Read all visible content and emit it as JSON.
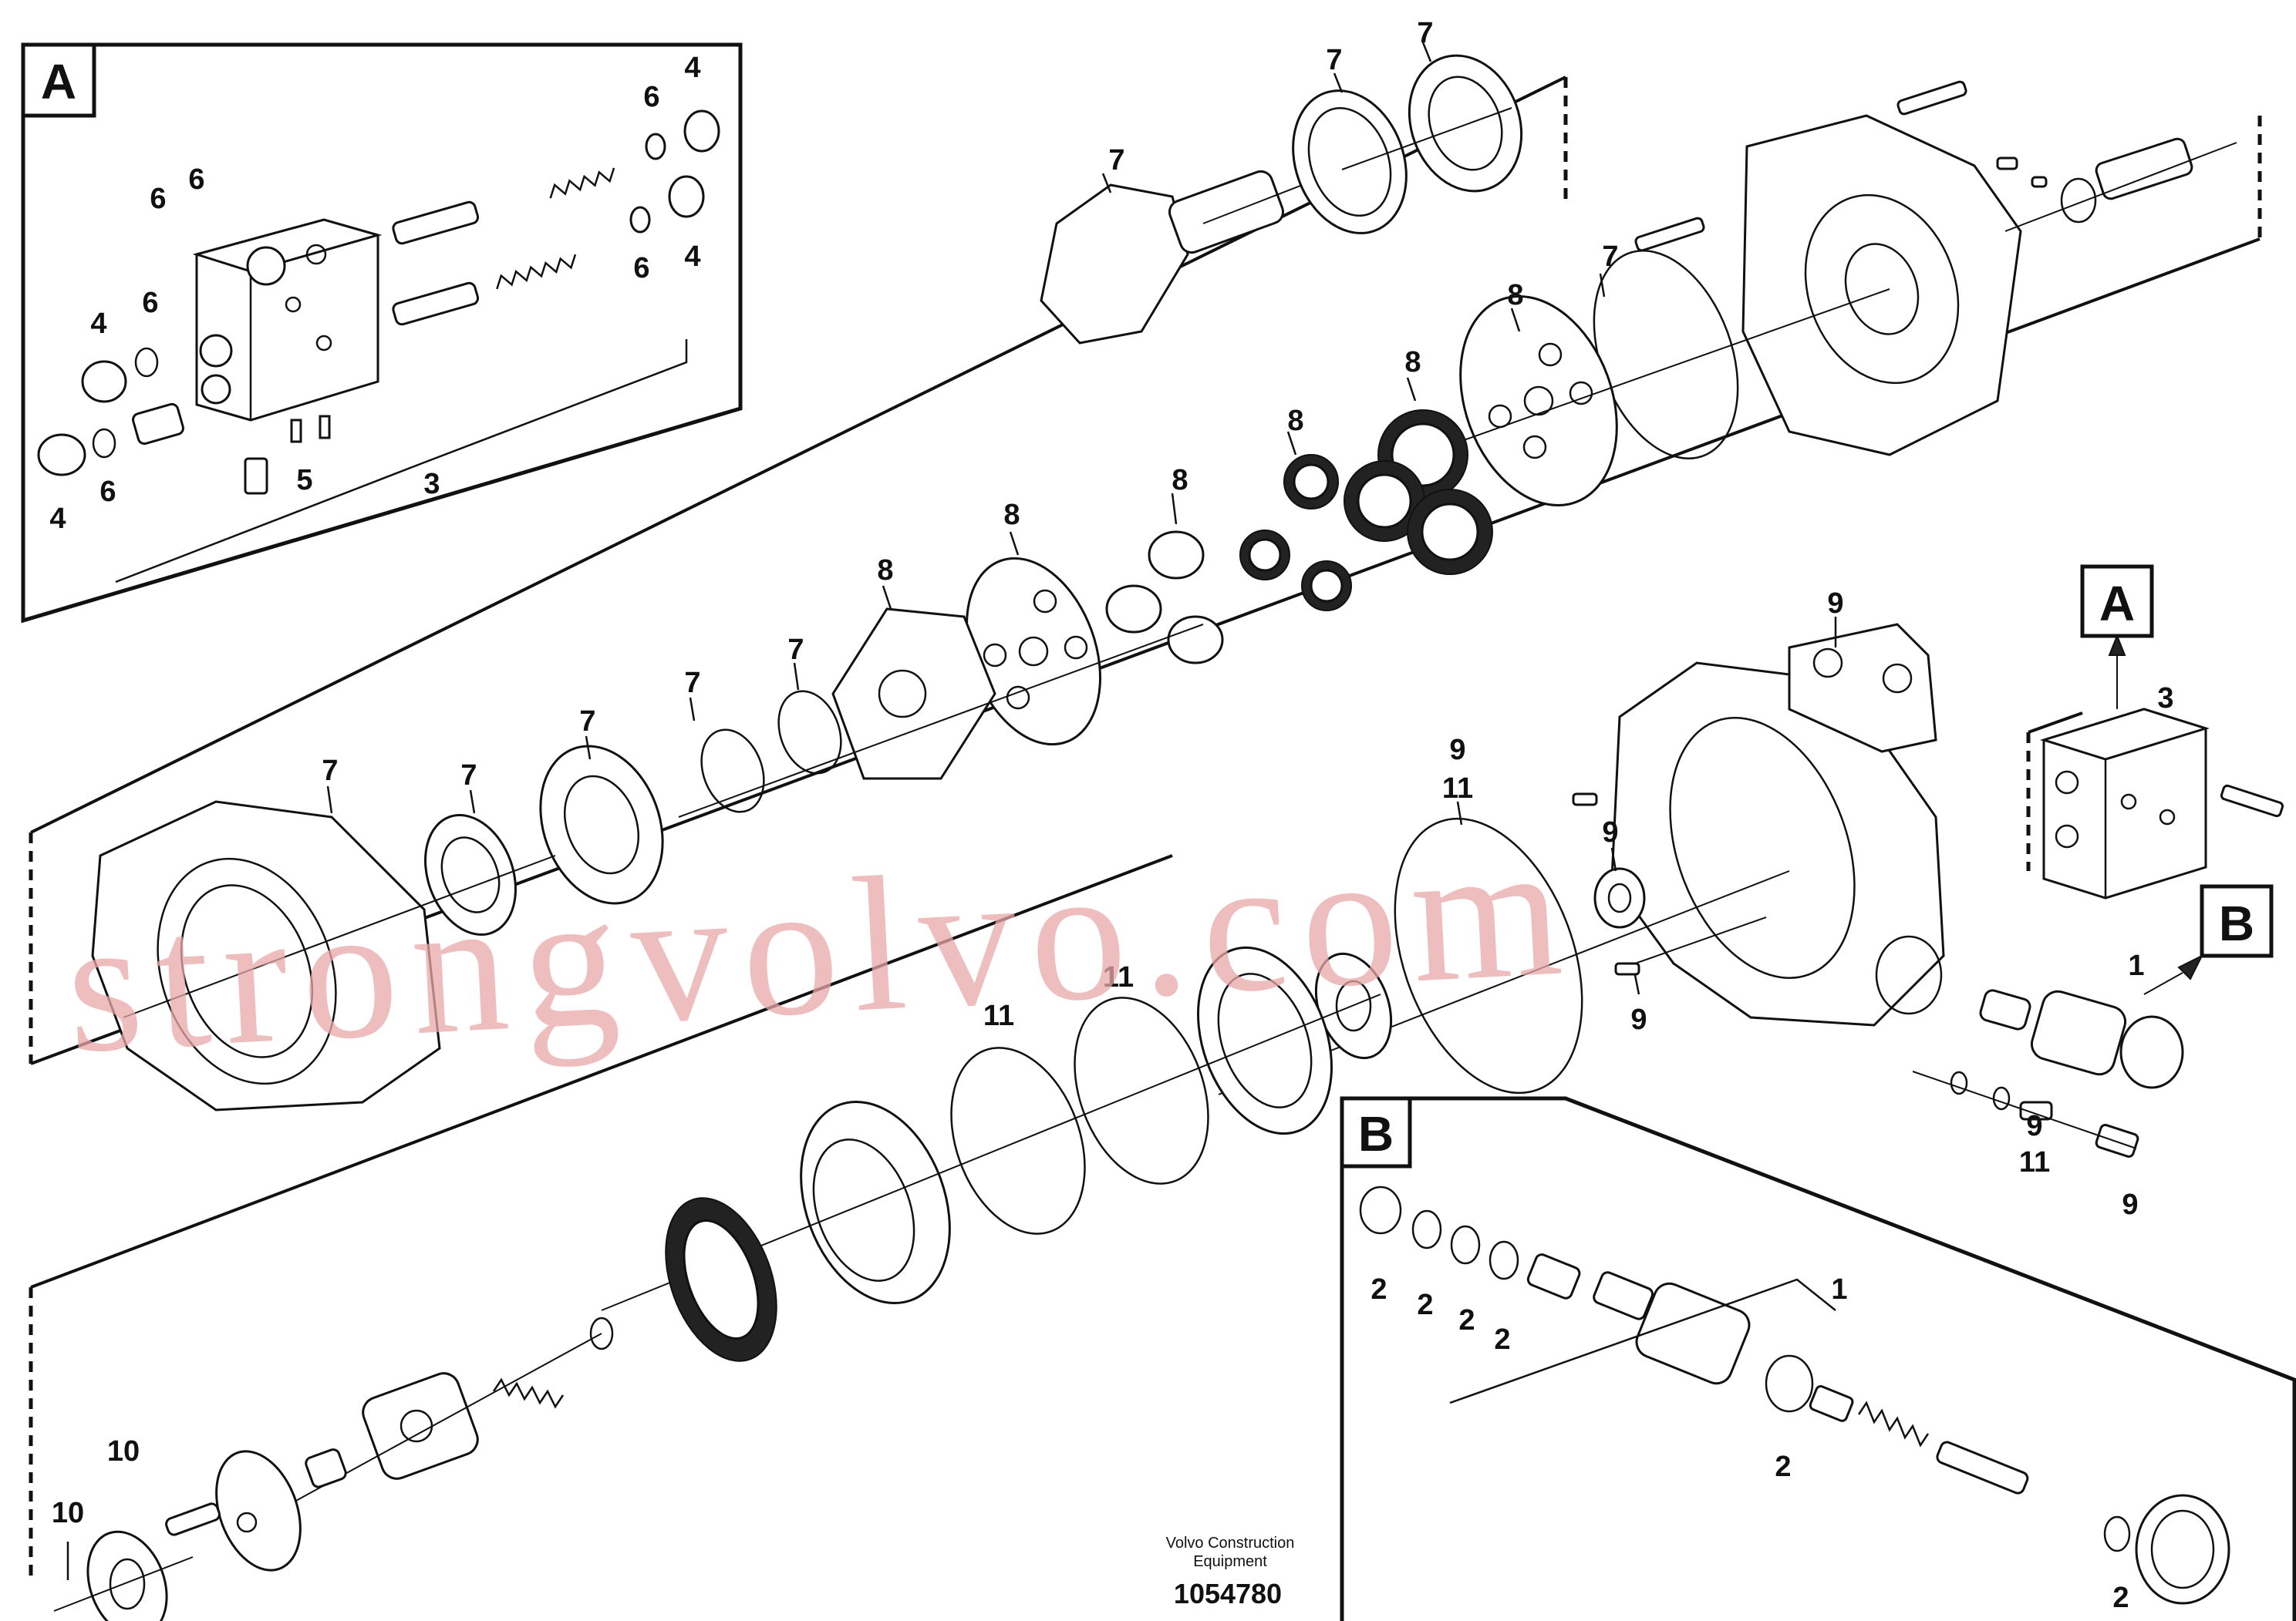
{
  "boxes": {
    "A": {
      "letter": "A"
    },
    "B": {
      "letter": "B"
    },
    "ref_A": {
      "letter": "A"
    },
    "ref_B": {
      "letter": "B"
    }
  },
  "callouts": {
    "a_4_top": "4",
    "a_6_top": "6",
    "a_6_l1": "6",
    "a_6_l2": "6",
    "a_6_mid": "6",
    "a_4_mid": "4",
    "a_4_left": "4",
    "a_6_left": "6",
    "a_4_bot": "4",
    "a_6_bot": "6",
    "a_5": "5",
    "a_3": "3",
    "m_7_a": "7",
    "m_7_b": "7",
    "m_7_gear": "7",
    "m_7_ring": "7",
    "m_8_plate": "8",
    "m_8_gear": "8",
    "m_8_small": "8",
    "m_8_bush": "8",
    "m_8_disc": "8",
    "m_8_cam": "8",
    "m_7_c": "7",
    "m_7_d": "7",
    "m_7_e": "7",
    "m_7_f": "7",
    "m_7_g": "7",
    "m_9_top": "9",
    "m_9_oring": "9",
    "m_11_oring": "11",
    "m_9_seal": "9",
    "m_9_pin": "9",
    "m_11_a": "11",
    "m_11_b": "11",
    "m_3_ref": "3",
    "m_1_ref": "1",
    "m_9_r1": "9",
    "m_11_r1": "11",
    "m_9_r2": "9",
    "m_10_a": "10",
    "m_10_b": "10",
    "b_2_a": "2",
    "b_2_b": "2",
    "b_2_c": "2",
    "b_2_d": "2",
    "b_2_e": "2",
    "b_2_f": "2",
    "b_1": "1"
  },
  "caption": {
    "line1": "Volvo Construction",
    "line2": "Equipment",
    "figure_number": "1054780"
  },
  "watermark": {
    "text": "strongvolvo.com",
    "color": "#e9a7a7"
  }
}
